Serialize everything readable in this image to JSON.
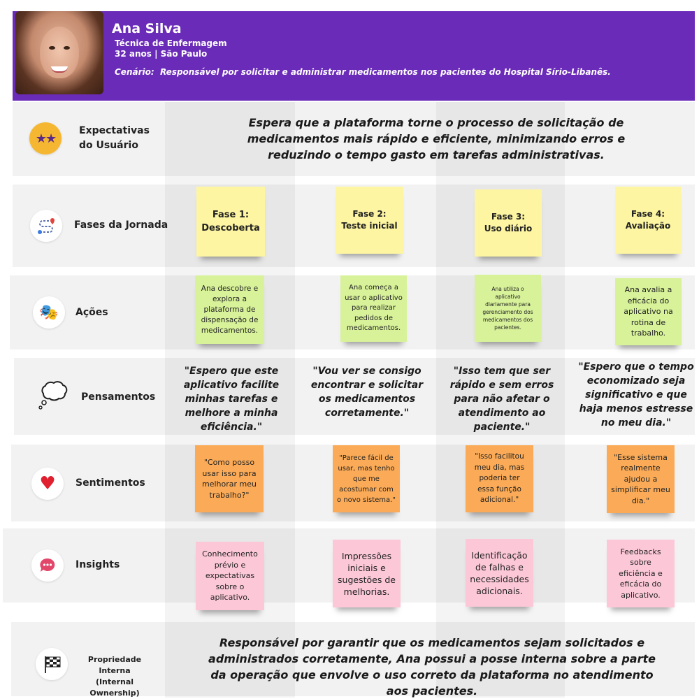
{
  "persona": {
    "name": "Ana Silva",
    "role": "Técnica de Enfermagem",
    "age_city": "32 anos | São Paulo",
    "scenario_label": "Cenário:",
    "scenario_text": "Responsável por solicitar e administrar medicamentos nos pacientes do Hospital Sírio-Libanês.",
    "accent_color": "#6a2bb8"
  },
  "rows": {
    "expectations": {
      "label_line1": "Expectativas",
      "label_line2": "do Usuário",
      "icon": "star-struck-icon",
      "text": "Espera que a plataforma torne o processo de solicitação de medicamentos mais rápido e eficiente, minimizando erros e reduzindo o tempo gasto em tarefas administrativas."
    },
    "phases": {
      "label": "Fases da Jornada",
      "icon": "journey-route-icon",
      "items": [
        {
          "line1": "Fase 1:",
          "line2": "Descoberta"
        },
        {
          "line1": "Fase 2:",
          "line2": "Teste inicial"
        },
        {
          "line1": "Fase 3:",
          "line2": "Uso diário"
        },
        {
          "line1": "Fase 4:",
          "line2": "Avaliação"
        }
      ]
    },
    "actions": {
      "label": "Ações",
      "icon": "theater-masks-icon",
      "items": [
        "Ana descobre e explora a plataforma de dispensação de medicamentos.",
        "Ana começa a usar o aplicativo para realizar pedidos de medicamentos.",
        "Ana utiliza o aplicativo diariamente para gerenciamento dos medicamentos dos pacientes.",
        "Ana avalia a eficácia do aplicativo na rotina de trabalho."
      ]
    },
    "thoughts": {
      "label": "Pensamentos",
      "icon": "thought-bubble-icon",
      "items": [
        "\"Espero que este aplicativo facilite minhas tarefas e melhore a minha eficiência.\"",
        "\"Vou ver se consigo encontrar e solicitar os medicamentos corretamente.\"",
        "\"Isso tem que ser rápido e sem erros para não afetar o atendimento ao paciente.\"",
        "\"Espero que o tempo economizado seja significativo e que haja menos estresse no meu dia.\""
      ]
    },
    "feelings": {
      "label": "Sentimentos",
      "icon": "heart-icon",
      "items": [
        "\"Como posso usar isso para melhorar meu trabalho?\"",
        "\"Parece fácil de usar, mas tenho que me acostumar com o novo sistema.\"",
        "\"Isso facilitou meu dia, mas poderia ter essa função adicional.\"",
        "\"Esse sistema realmente ajudou a simplificar meu dia.\""
      ]
    },
    "insights": {
      "label": "Insights",
      "icon": "speech-bubble-icon",
      "items": [
        "Conhecimento prévio e expectativas sobre o aplicativo.",
        "Impressões iniciais e sugestões de melhorias.",
        "Identificação de falhas e necessidades adicionais.",
        "Feedbacks sobre eficiência e eficácia do aplicativo."
      ]
    },
    "ownership": {
      "label_line1": "Propriedade Interna",
      "label_line2": "(Internal Ownership)",
      "icon": "checkered-flag-icon",
      "text": "Responsável por garantir que os medicamentos sejam solicitados e administrados corretamente, Ana possui a posse interna sobre a parte da operação que envolve o uso correto da plataforma no atendimento aos pacientes."
    }
  },
  "sticky_colors": {
    "phases": "#fdf5a1",
    "actions": "#d8f29a",
    "feelings": "#fbab57",
    "insights": "#fcc8d8"
  }
}
